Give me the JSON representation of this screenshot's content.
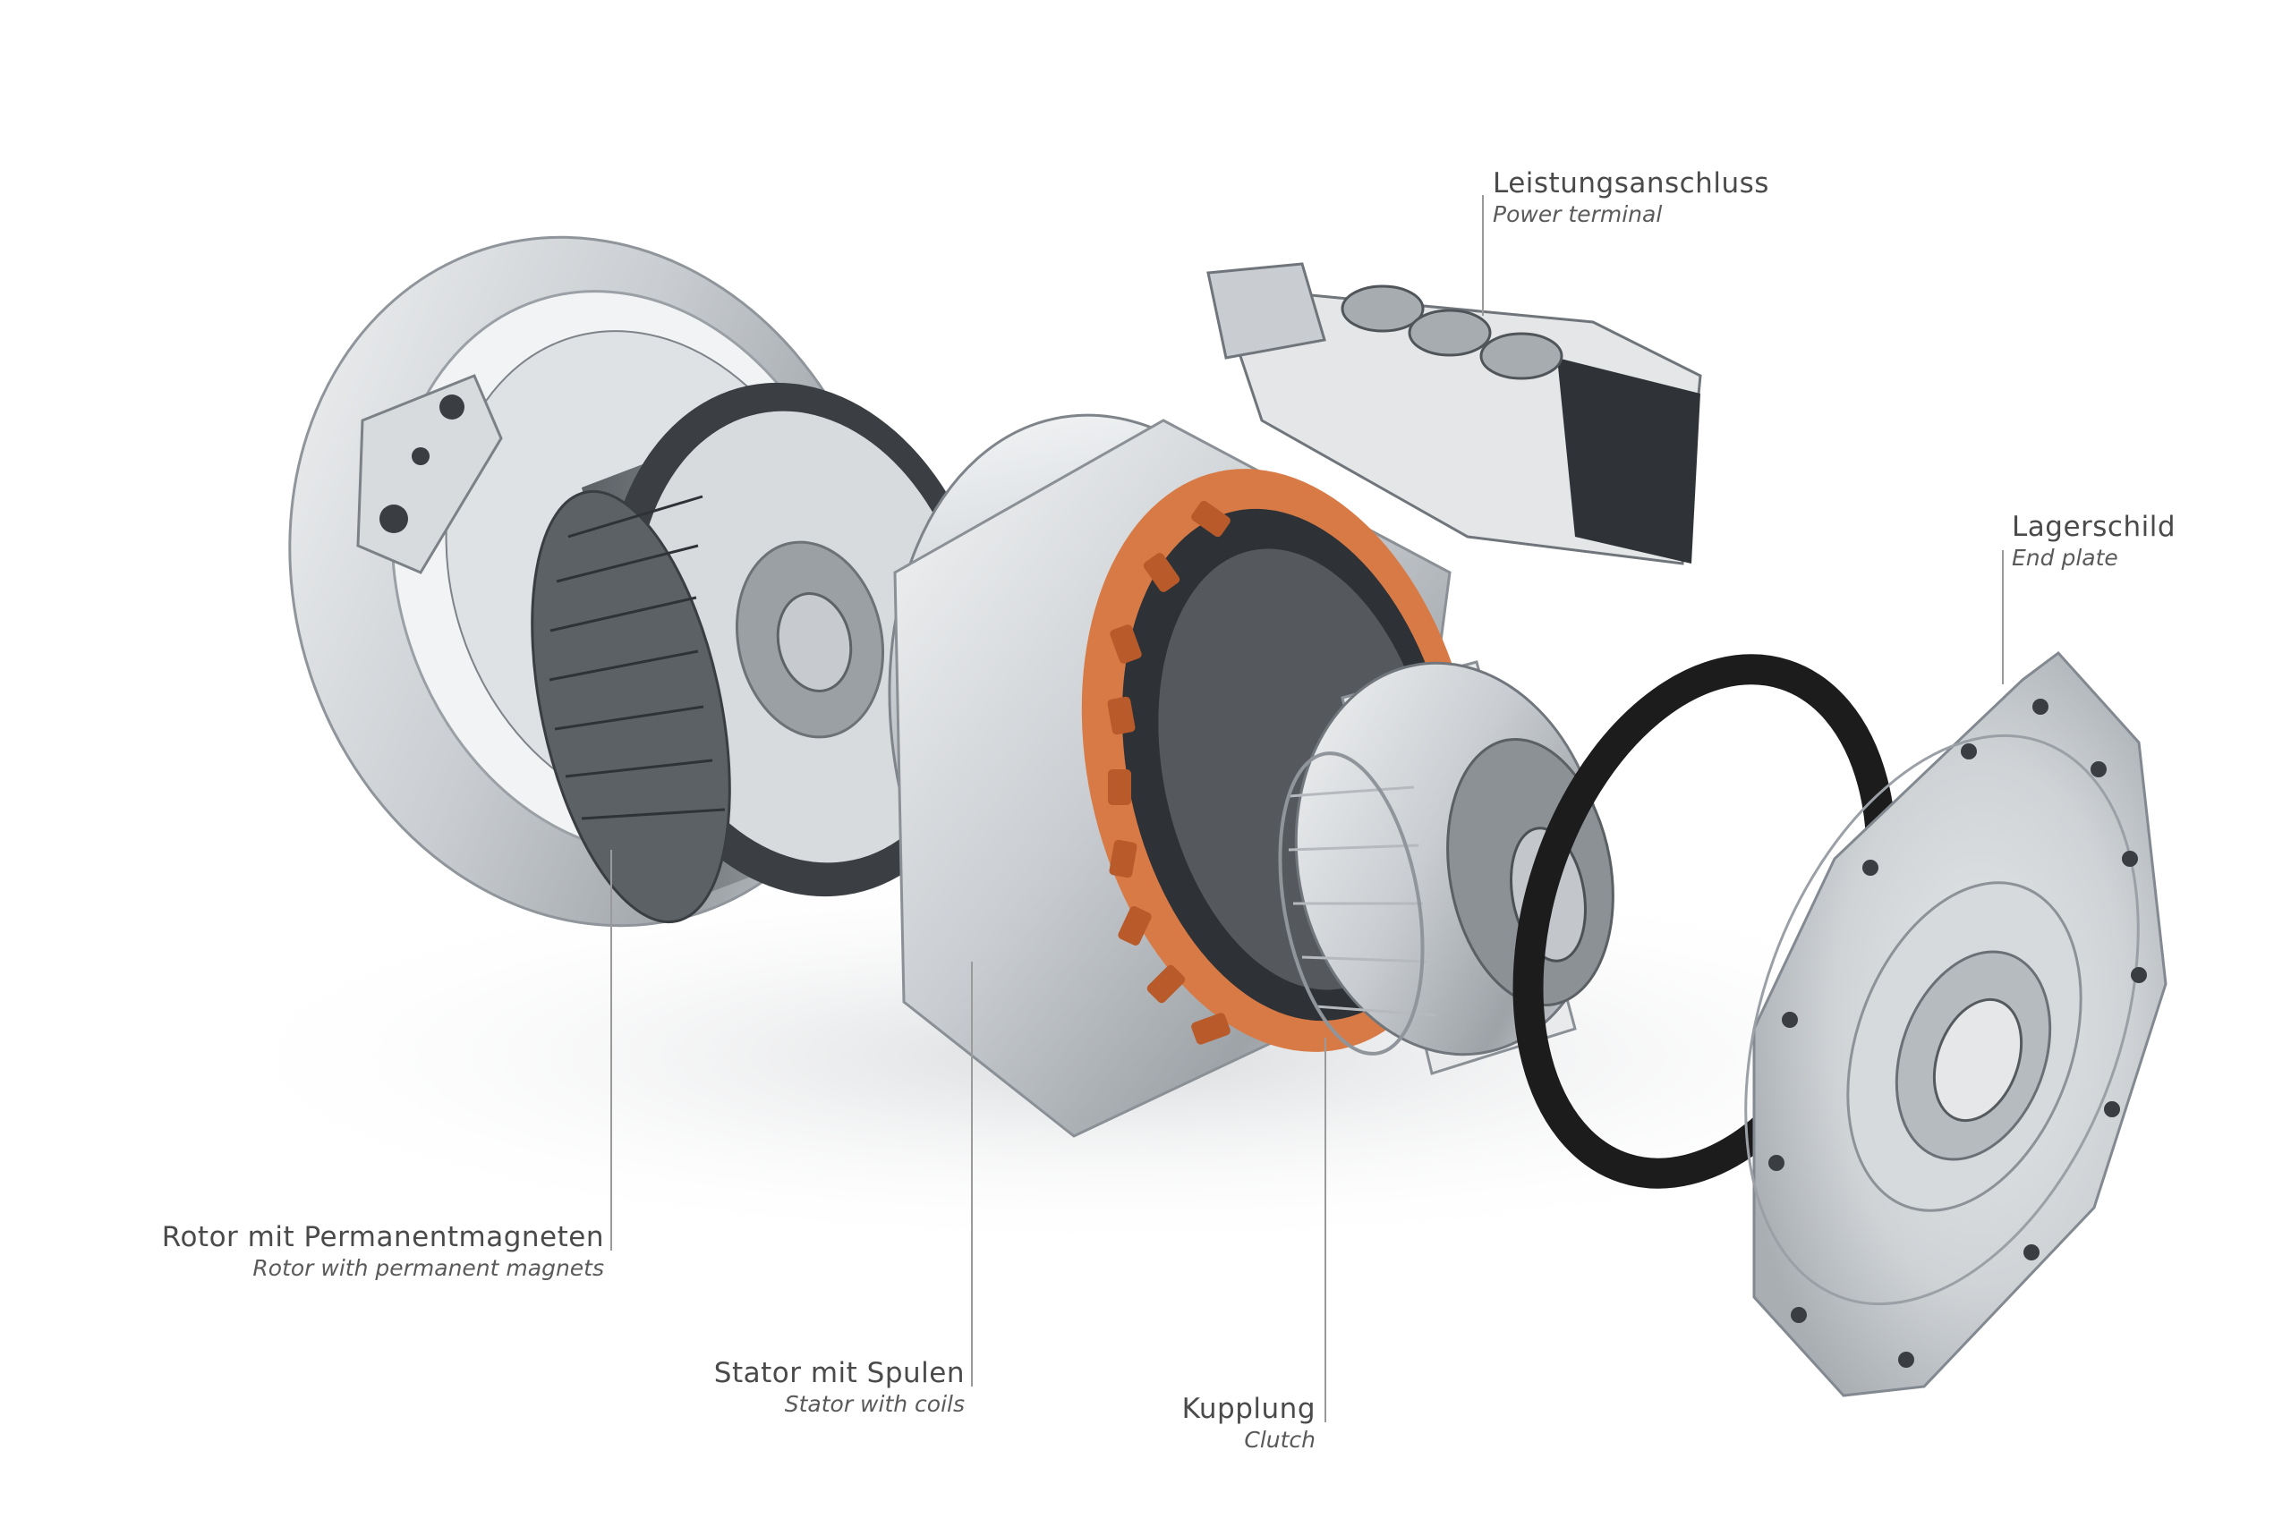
{
  "labels": {
    "power_terminal": {
      "de": "Leistungsanschluss",
      "en": "Power terminal"
    },
    "end_plate": {
      "de": "Lagerschild",
      "en": "End plate"
    },
    "rotor": {
      "de": "Rotor mit Permanentmagneten",
      "en": "Rotor with permanent magnets"
    },
    "stator": {
      "de": "Stator mit Spulen",
      "en": "Stator with coils"
    },
    "clutch": {
      "de": "Kupplung",
      "en": "Clutch"
    }
  },
  "colors": {
    "background": "#ffffff",
    "metal": "#c8ccd0",
    "dark_metal": "#3f4347",
    "coil_copper": "#d9703a",
    "seal_black": "#1c1c1c"
  }
}
